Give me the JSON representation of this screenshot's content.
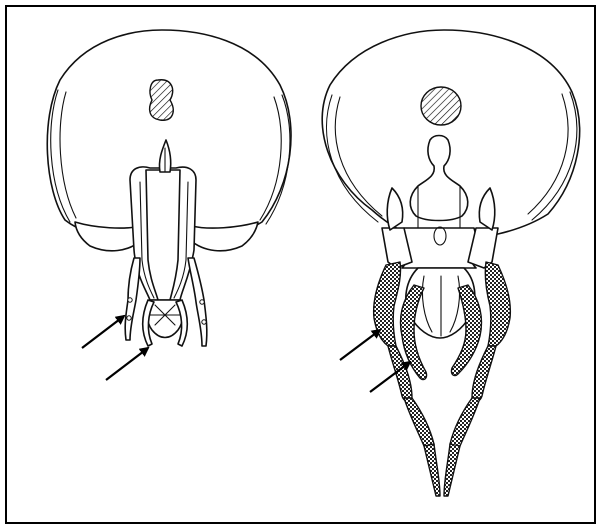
{
  "figure": {
    "labels": [],
    "colors": {
      "ink": "#111111",
      "background": "#ffffff",
      "frame": "#000000"
    },
    "panels": [
      {
        "name": "left-head",
        "arrows": 2
      },
      {
        "name": "right-head",
        "arrows": 2
      }
    ]
  }
}
